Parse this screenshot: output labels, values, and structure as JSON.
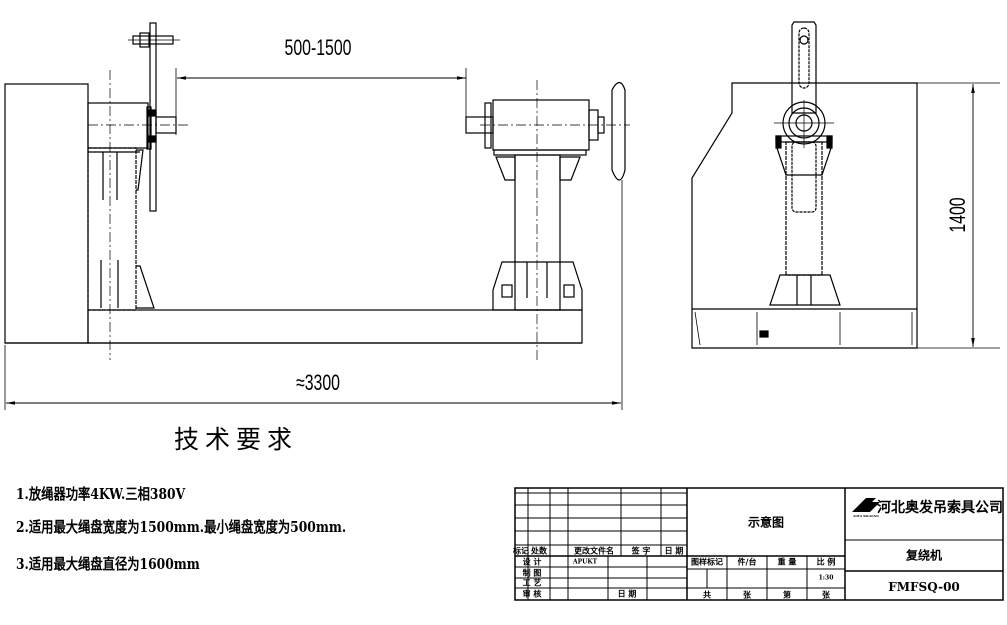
{
  "drawing": {
    "dimensions": {
      "gap": "500-1500",
      "length": "≈3300",
      "height": "1400"
    }
  },
  "requirements": {
    "title": "技术要求",
    "items": [
      "1.放绳器功率4KW.三相380V",
      "2.适用最大绳盘宽度为1500mm.最小绳盘宽度为500mm.",
      "3.适用最大绳盘直径为1600mm"
    ]
  },
  "title_block": {
    "company": "河北奥发吊索具公司",
    "logo_text": "AOFA RIGGING",
    "drawing_type": "示意图",
    "product_name": "复绕机",
    "drawing_number": "FMFSQ-00",
    "revision_headers": [
      "标记",
      "处数",
      "更改文件名",
      "签 字",
      "日 期"
    ],
    "roles": [
      "设 计",
      "制 图",
      "工 艺",
      "审 核"
    ],
    "designer": "APUKT",
    "review_date_label": "日 期",
    "info_headers": [
      "图样标记",
      "件/台",
      "重 量",
      "比 例"
    ],
    "scale": "1:30",
    "sheet_labels": [
      "共",
      "张",
      "第",
      "张"
    ]
  }
}
